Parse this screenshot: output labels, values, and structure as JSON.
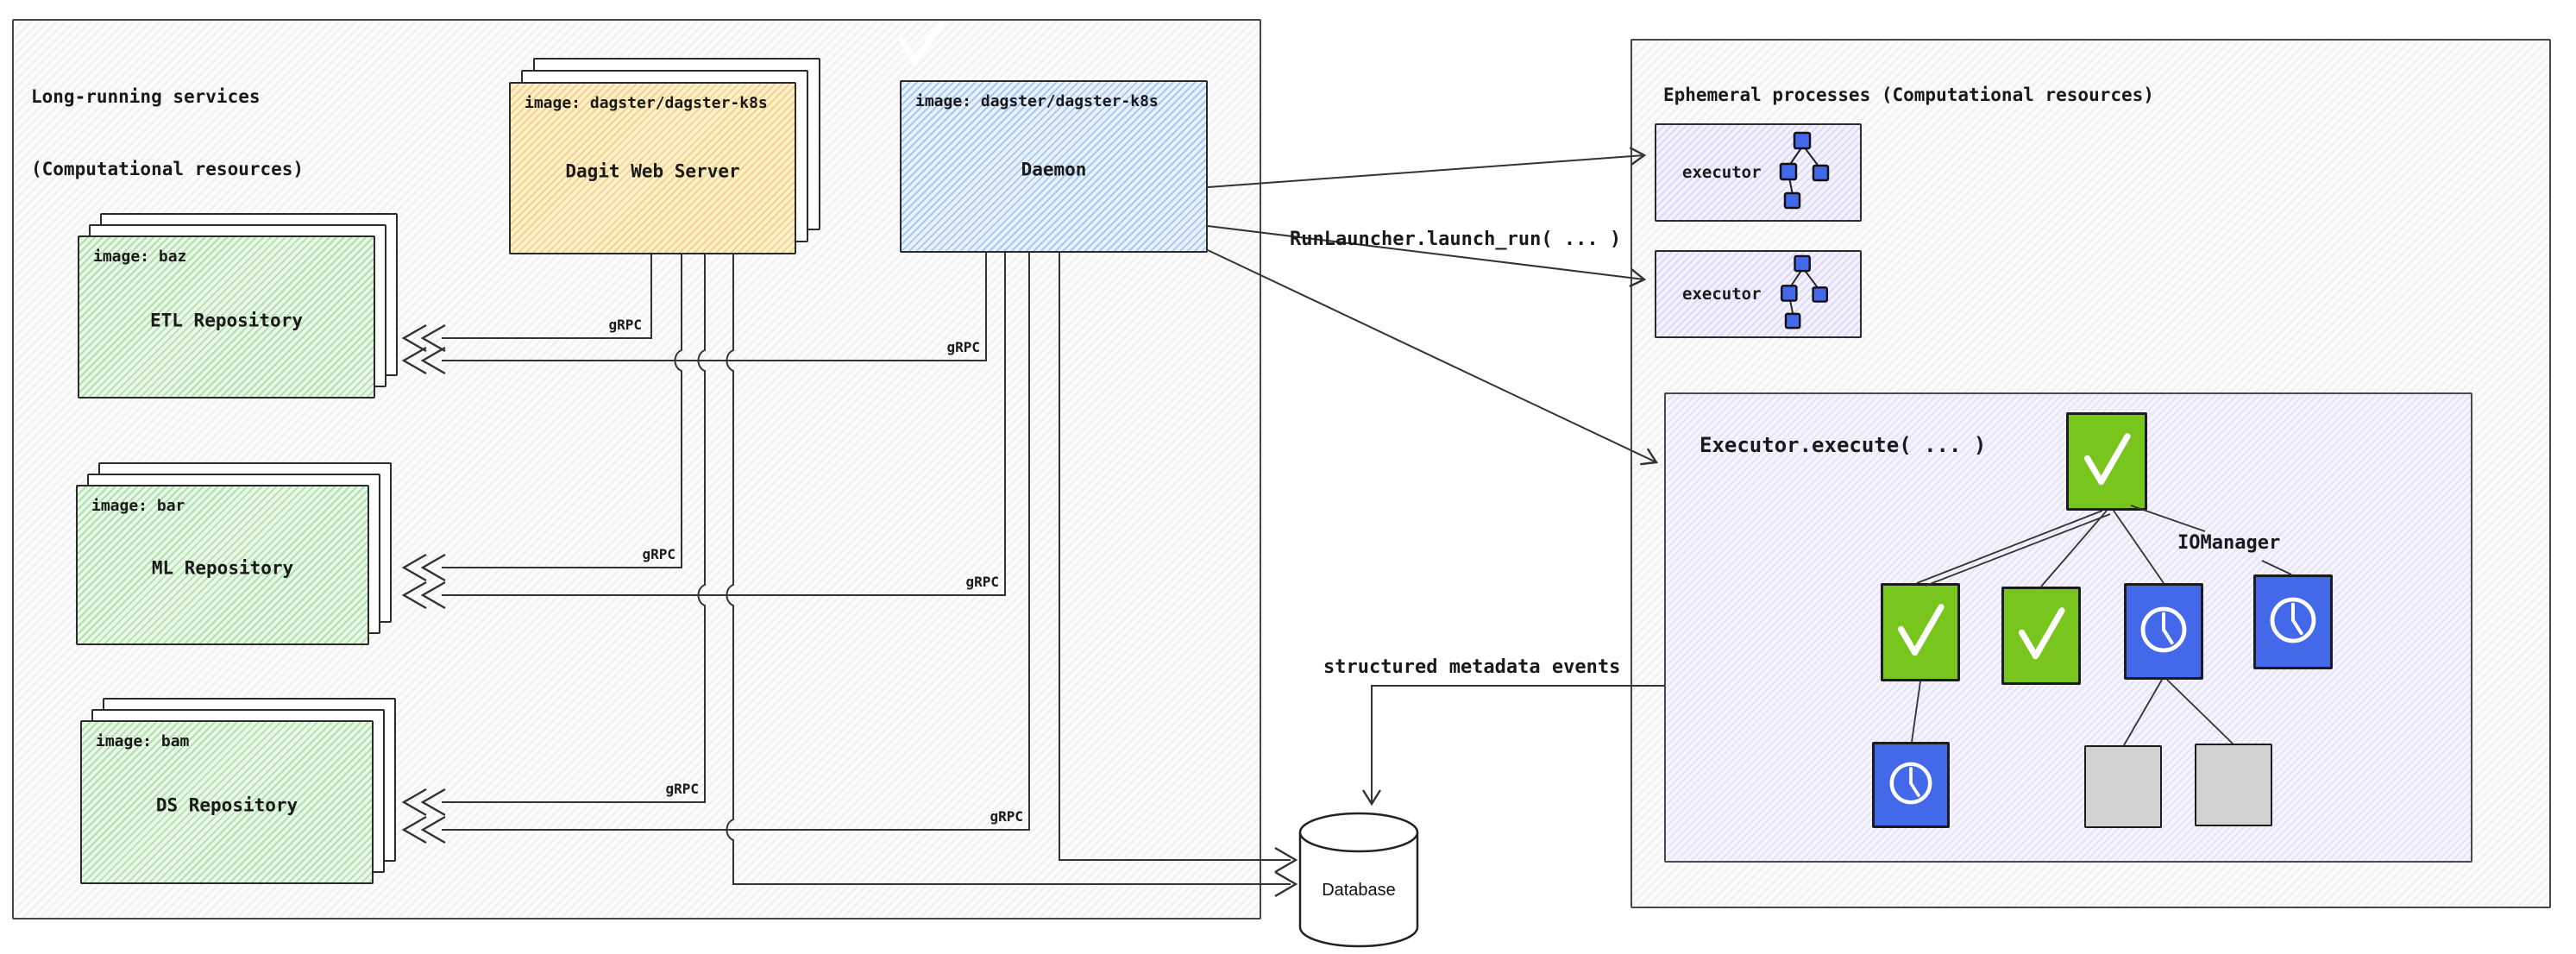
{
  "left_panel": {
    "title_line1": "Long-running services",
    "title_line2": "(Computational resources)",
    "dagit": {
      "image_label": "image: dagster/dagster-k8s",
      "name": "Dagit Web Server"
    },
    "daemon": {
      "image_label": "image: dagster/dagster-k8s",
      "name": "Daemon"
    },
    "repos": [
      {
        "image_label": "image: baz",
        "name": "ETL Repository"
      },
      {
        "image_label": "image: bar",
        "name": "ML Repository"
      },
      {
        "image_label": "image: bam",
        "name": "DS Repository"
      }
    ]
  },
  "right_panel": {
    "title": "Ephemeral processes (Computational resources)",
    "executor_boxes": [
      {
        "label": "executor"
      },
      {
        "label": "executor"
      }
    ],
    "execute_panel": {
      "title": "Executor.execute( ... )",
      "iomanager_label": "IOManager"
    }
  },
  "labels": {
    "grpc": "gRPC",
    "run_launcher": "RunLauncher.launch_run( ... )",
    "metadata_events": "structured metadata events"
  },
  "database": {
    "label": "Database"
  },
  "colors": {
    "node_green": "#77c51d",
    "node_blue": "#4468ea",
    "node_gray": "#d2d2d2",
    "dagit_fill": "#fdf1cd",
    "daemon_fill": "#e9f2fc",
    "repo_fill": "#eaf8e7",
    "executor_fill": "#f3f1fc",
    "line_color": "#333333"
  }
}
